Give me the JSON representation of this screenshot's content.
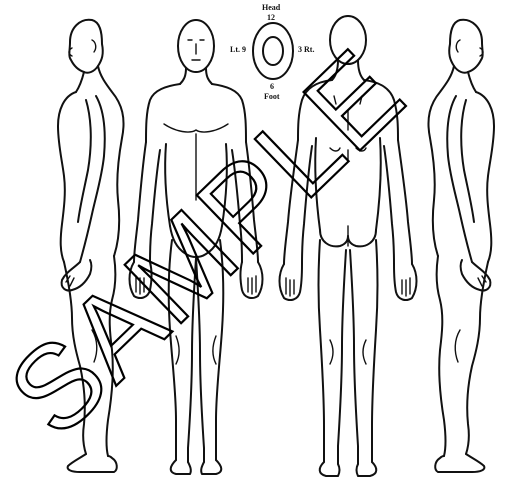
{
  "legend": {
    "top_label": "Head",
    "top_number": "12",
    "bottom_number": "6",
    "bottom_label": "Foot",
    "left_label": "Lt. 9",
    "right_label": "3 Rt."
  },
  "watermark": {
    "text": "SAMPLE"
  },
  "figures": [
    {
      "view": "left-side-view"
    },
    {
      "view": "front-view"
    },
    {
      "view": "back-view"
    },
    {
      "view": "right-side-view"
    }
  ],
  "colors": {
    "ink": "#111111",
    "background": "#ffffff"
  }
}
